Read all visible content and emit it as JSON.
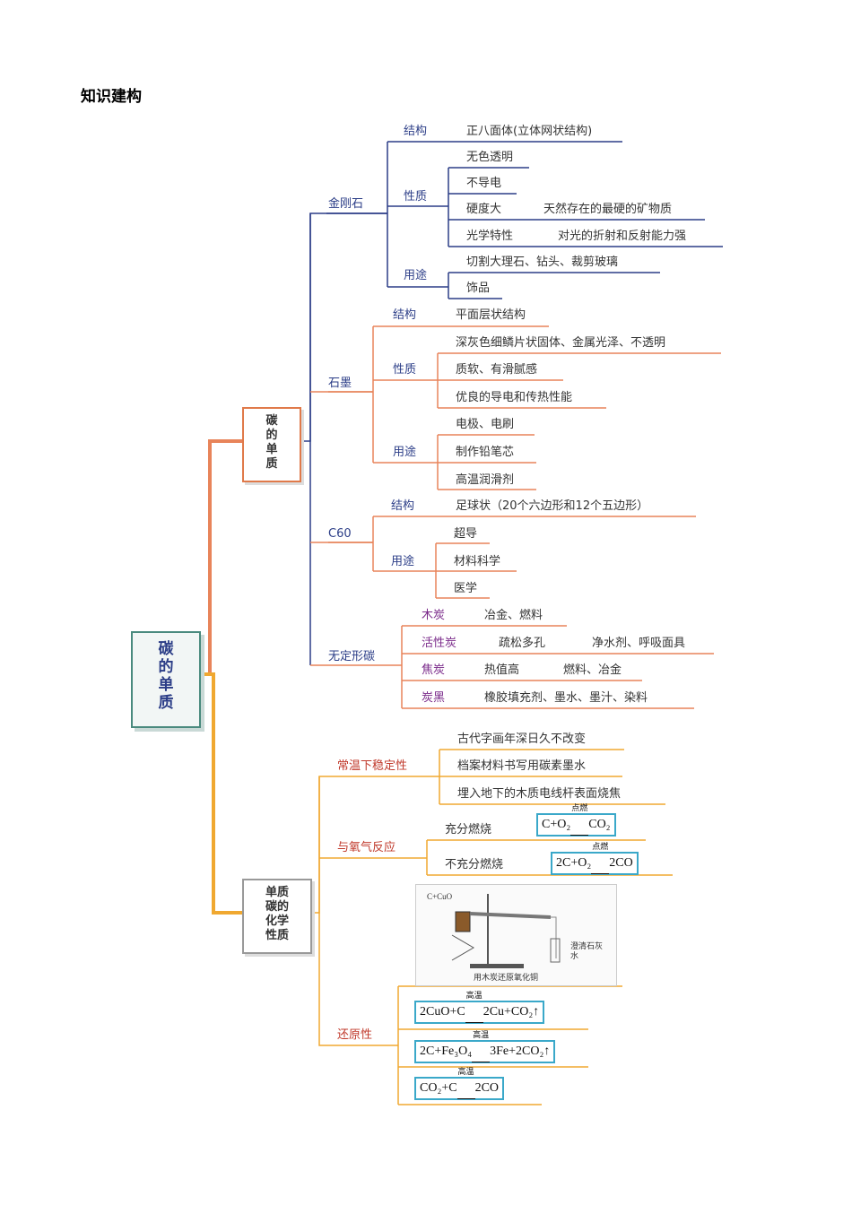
{
  "heading": "知识建构",
  "root": [
    "碳",
    "的",
    "单",
    "质"
  ],
  "branch1": {
    "title": [
      "碳",
      "的",
      "单",
      "质"
    ],
    "diamond": {
      "name": "金刚石",
      "structure_label": "结构",
      "structure": "正八面体(立体网状结构)",
      "property_label": "性质",
      "properties": [
        "无色透明",
        "不导电",
        "硬度大",
        "光学特性"
      ],
      "property_notes": [
        "天然存在的最硬的矿物质",
        "对光的折射和反射能力强"
      ],
      "use_label": "用途",
      "uses": [
        "切割大理石、钻头、裁剪玻璃",
        "饰品"
      ]
    },
    "graphite": {
      "name": "石墨",
      "structure_label": "结构",
      "structure": "平面层状结构",
      "property_label": "性质",
      "properties": [
        "深灰色细鳞片状固体、金属光泽、不透明",
        "质软、有滑腻感",
        "优良的导电和传热性能"
      ],
      "use_label": "用途",
      "uses": [
        "电极、电刷",
        "制作铅笔芯",
        "高温润滑剂"
      ]
    },
    "c60": {
      "name": "C60",
      "structure_label": "结构",
      "structure": "足球状（20个六边形和12个五边形）",
      "use_label": "用途",
      "uses": [
        "超导",
        "材料科学",
        "医学"
      ]
    },
    "amorphous": {
      "name": "无定形碳",
      "items": [
        {
          "name": "木炭",
          "a": "冶金、燃料",
          "b": ""
        },
        {
          "name": "活性炭",
          "a": "疏松多孔",
          "b": "净水剂、呼吸面具"
        },
        {
          "name": "焦炭",
          "a": "热值高",
          "b": "燃料、冶金"
        },
        {
          "name": "炭黑",
          "a": "橡胶填充剂、墨水、墨汁、染料",
          "b": ""
        }
      ]
    }
  },
  "branch2": {
    "title": [
      "单质",
      "碳的",
      "化学",
      "性质"
    ],
    "stable": {
      "name": "常温下稳定性",
      "items": [
        "古代字画年深日久不改变",
        "档案材料书写用碳素墨水",
        "埋入地下的木质电线杆表面烧焦"
      ]
    },
    "oxygen": {
      "name": "与氧气反应",
      "full": "充分燃烧",
      "partial": "不充分燃烧",
      "cond": "点燃",
      "eq1_left": "C+O₂",
      "eq1_right": "CO₂",
      "eq2_left": "2C+O₂",
      "eq2_right": "2CO"
    },
    "reduction": {
      "name": "还原性",
      "figure_top_label": "C+CuO",
      "figure_side_label": "澄清石灰水",
      "figure_caption": "用木炭还原氧化铜",
      "cond": "高温",
      "eq1_left": "2CuO+C",
      "eq1_right": "2Cu+CO₂↑",
      "eq2_left": "2C+Fe₃O₄",
      "eq2_right": "3Fe+2CO₂↑",
      "eq3_left": "CO₂+C",
      "eq3_right": "2CO"
    }
  },
  "colors": {
    "navy": "#2b3d87",
    "orange": "#e07a4a",
    "gold": "#f0a830",
    "teal": "#3aa8c9"
  }
}
